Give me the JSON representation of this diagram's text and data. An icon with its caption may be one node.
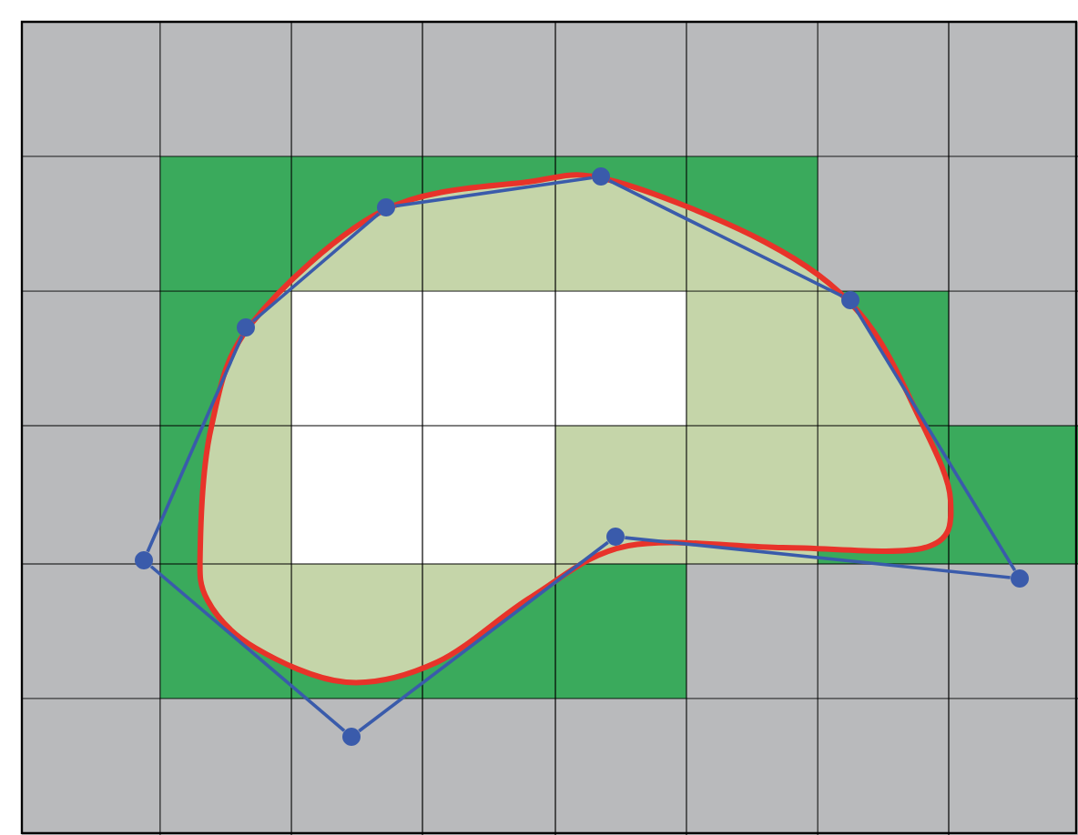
{
  "diagram": {
    "nodes": [
      {
        "text": [],
        "shape": "circle"
      },
      {
        "text": [],
        "shape": "circle"
      },
      {
        "text": [],
        "shape": "circle"
      },
      {
        "text": [],
        "shape": "circle"
      },
      {
        "text": [],
        "shape": "circle"
      },
      {
        "text": [],
        "shape": "circle"
      },
      {
        "text": [],
        "shape": "circle"
      },
      {
        "text": [],
        "shape": "circle"
      }
    ],
    "edges": [
      {
        "from": 0,
        "to": 1,
        "arrow": "none"
      },
      {
        "from": 1,
        "to": 3,
        "arrow": "none"
      },
      {
        "from": 3,
        "to": 4,
        "arrow": "none"
      },
      {
        "from": 4,
        "to": 6,
        "arrow": "none"
      },
      {
        "from": 6,
        "to": 7,
        "arrow": "none"
      },
      {
        "from": 7,
        "to": 5,
        "arrow": "none"
      },
      {
        "from": 5,
        "to": 2,
        "arrow": "none"
      },
      {
        "from": 2,
        "to": 0,
        "arrow": "none"
      }
    ]
  }
}
